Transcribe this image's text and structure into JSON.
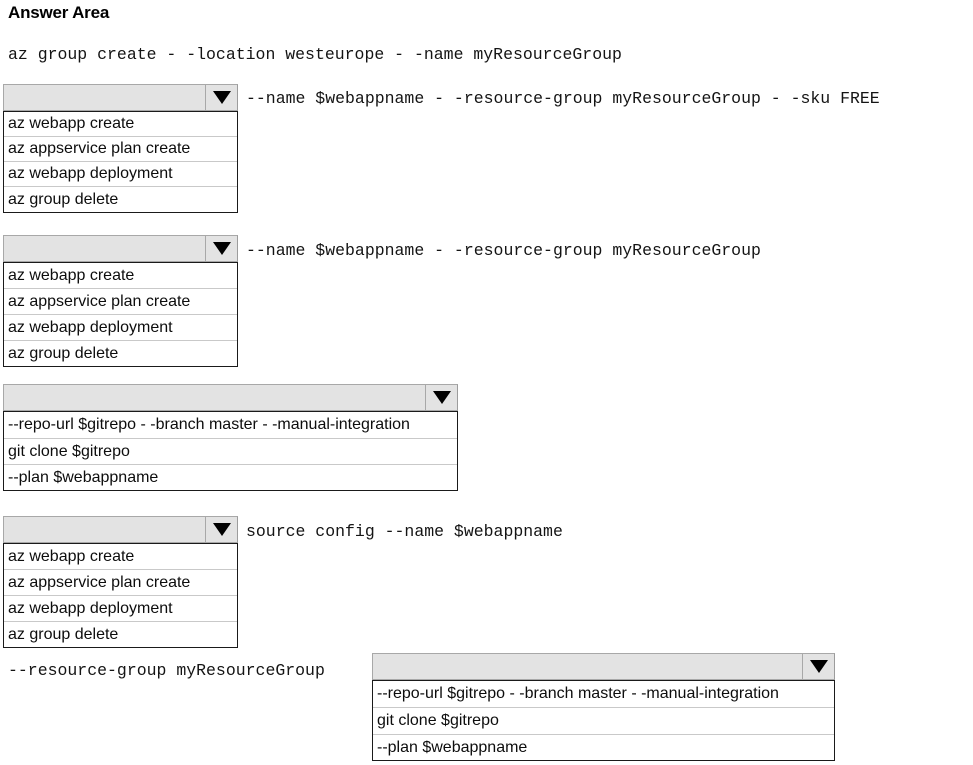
{
  "page": {
    "title": "Answer Area"
  },
  "icons": {
    "dropdown_arrow": "chevron-down-icon"
  },
  "command_lines": [
    {
      "id": "line-1",
      "text": "az group create - -location westeurope - -name myResourceGroup"
    },
    {
      "id": "line-2-suffix",
      "text": "--name $webappname - -resource-group myResourceGroup - -sku FREE"
    },
    {
      "id": "line-3-suffix",
      "text": "--name $webappname - -resource-group myResourceGroup"
    },
    {
      "id": "line-5-suffix",
      "text": "source config --name $webappname"
    },
    {
      "id": "line-6-prefix",
      "text": "--resource-group myResourceGroup"
    }
  ],
  "dropdowns": [
    {
      "id": "dropdown-1",
      "selected": "",
      "options": [
        "az webapp create",
        "az appservice plan create",
        "az webapp deployment",
        "az group delete"
      ]
    },
    {
      "id": "dropdown-2",
      "selected": "",
      "options": [
        "az webapp create",
        "az appservice plan create",
        "az webapp deployment",
        "az group delete"
      ]
    },
    {
      "id": "dropdown-3",
      "selected": "",
      "options": [
        "--repo-url $gitrepo - -branch master - -manual-integration",
        "git clone $gitrepo",
        "--plan $webappname"
      ]
    },
    {
      "id": "dropdown-4",
      "selected": "",
      "options": [
        "az webapp create",
        "az appservice plan create",
        "az webapp deployment",
        "az group delete"
      ]
    },
    {
      "id": "dropdown-5",
      "selected": "",
      "options": [
        "--repo-url $gitrepo - -branch master - -manual-integration",
        "git clone $gitrepo",
        "--plan $webappname"
      ]
    }
  ],
  "colors": {
    "combo_fill": "#e3e3e3",
    "combo_border": "#a8a8a8",
    "list_border": "#1a1a1a",
    "row_separator": "#c9c9c9",
    "text": "#000000",
    "background": "#ffffff"
  }
}
